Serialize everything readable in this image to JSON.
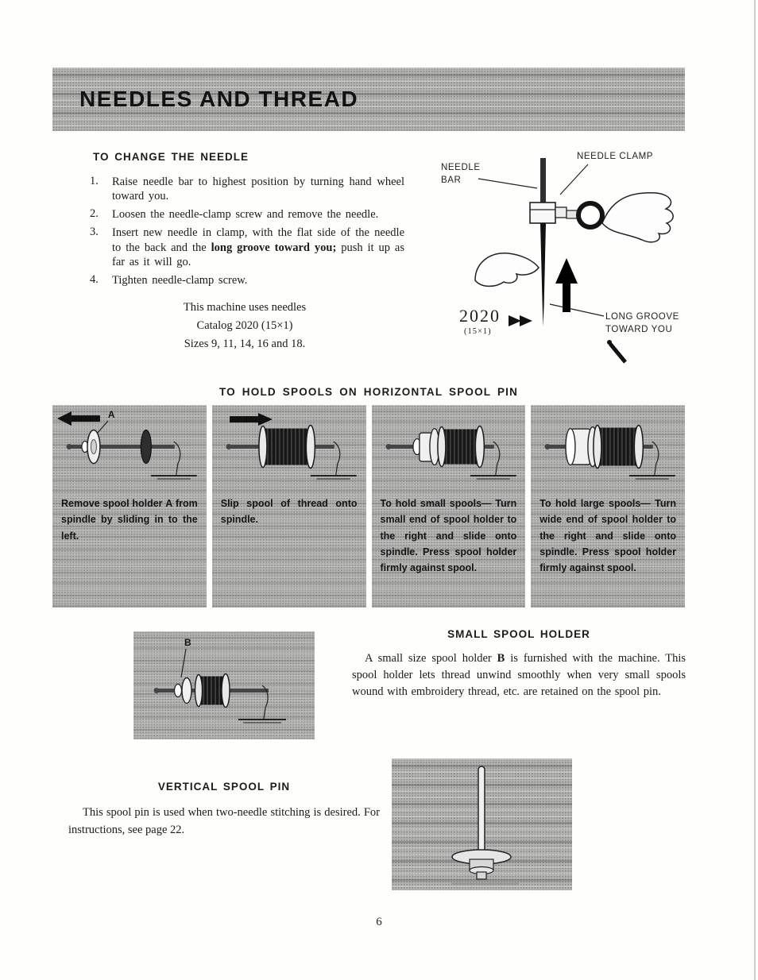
{
  "page": {
    "banner_title": "NEEDLES AND THREAD",
    "page_number": "6"
  },
  "change_needle": {
    "heading": "TO CHANGE THE NEEDLE",
    "steps": [
      {
        "num": "1.",
        "text": "Raise needle bar to highest position by turning hand wheel toward you."
      },
      {
        "num": "2.",
        "text": "Loosen the needle-clamp screw and remove the needle."
      },
      {
        "num": "3.",
        "pre": "Insert new needle in clamp, with the flat side of the needle to the back and the ",
        "bold": "long groove toward you;",
        "post": " push it up as far as it will go."
      },
      {
        "num": "4.",
        "text": "Tighten needle-clamp screw."
      }
    ],
    "note_lines": [
      "This machine uses needles",
      "Catalog 2020 (15×1)",
      "Sizes 9, 11, 14, 16 and 18."
    ]
  },
  "needle_figure": {
    "label_needle_bar": "NEEDLE BAR",
    "label_needle_clamp": "NEEDLE CLAMP",
    "label_long_groove": "LONG GROOVE TOWARD YOU",
    "catalog_number": "2020",
    "catalog_size": "(15×1)"
  },
  "spool_section": {
    "heading": "TO HOLD SPOOLS ON HORIZONTAL SPOOL PIN",
    "panels": [
      {
        "figure_label": "A",
        "caption_pre": "Remove spool holder ",
        "caption_bold": "A",
        "caption_post": " from spindle by sliding in to the left."
      },
      {
        "caption": "Slip spool of thread onto spindle."
      },
      {
        "caption": "To hold small spools— Turn small end of spool holder to the right and slide onto spindle. Press spool holder firmly against spool."
      },
      {
        "caption": "To hold large spools— Turn wide end of spool holder to the right and slide onto spindle. Press spool holder firmly against spool."
      }
    ]
  },
  "small_spool": {
    "heading": "SMALL SPOOL HOLDER",
    "figure_label": "B",
    "body_pre": "A small size spool holder ",
    "body_bold": "B",
    "body_post": " is furnished with the machine. This spool holder lets thread unwind smoothly when very small spools wound with embroidery thread, etc. are retained on the spool pin."
  },
  "vertical_spool": {
    "heading": "VERTICAL SPOOL PIN",
    "body": "This spool pin is used when two-needle stitching is desired. For instructions, see page 22."
  }
}
